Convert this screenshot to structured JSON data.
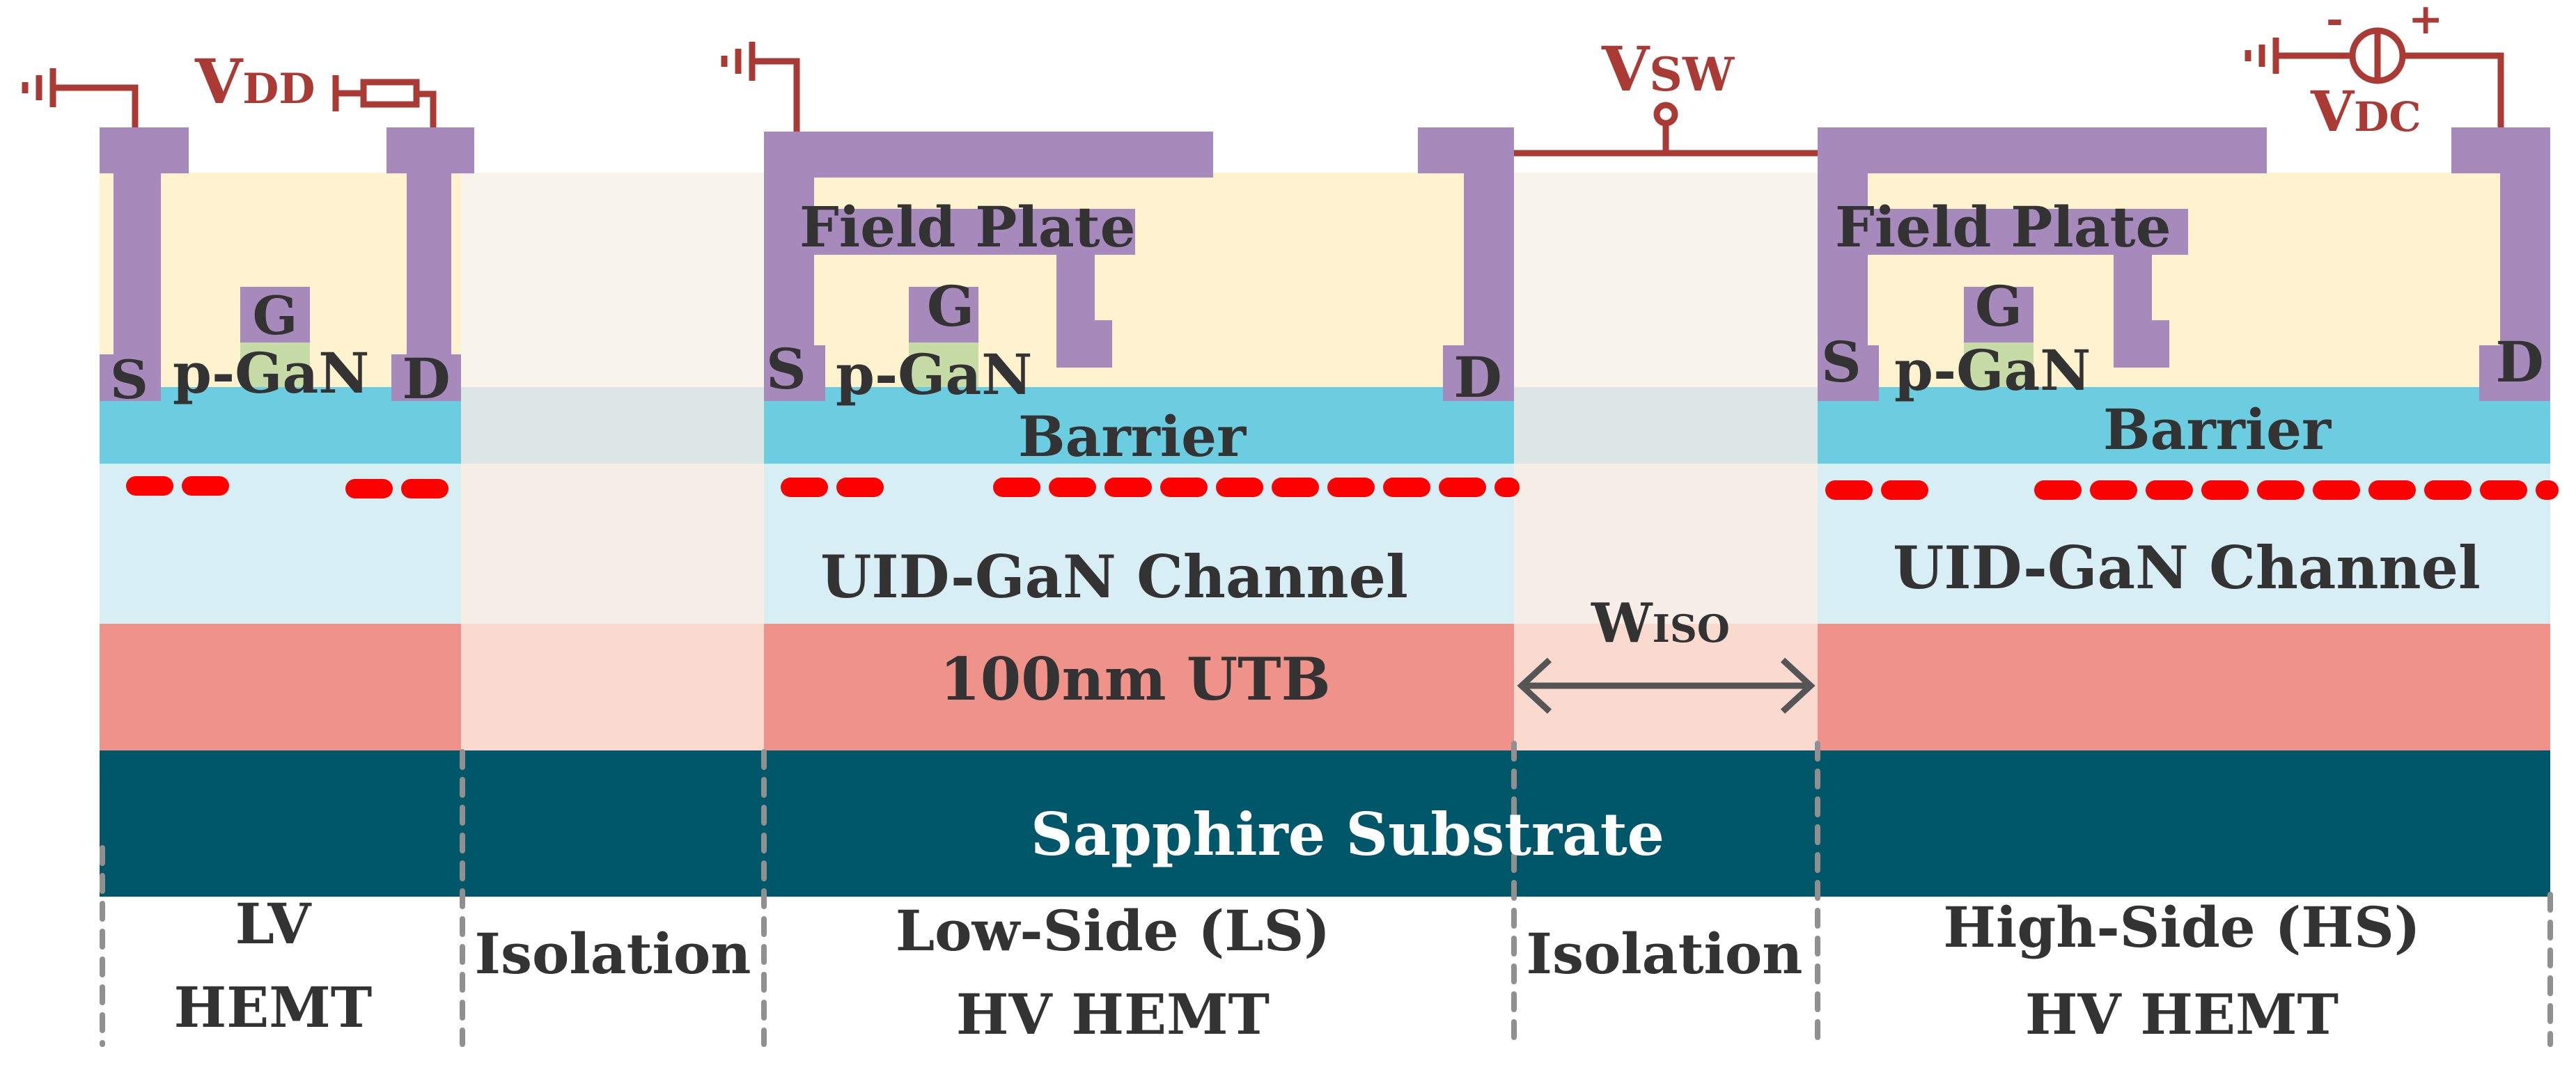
{
  "colors": {
    "passivation": "#FFF2CF",
    "barrier": "#6DCDE0",
    "channel": "#D6EEF4",
    "utb": "#EF938A",
    "substrate": "#00576A",
    "metal": "#A68ABC",
    "pgan": "#C6DBA5",
    "isolation_passivation": "#F7F3EB",
    "isolation_barrier": "#DCE6E4",
    "isolation_channel": "#F7EEE8",
    "isolation_utb": "#FADACF",
    "wire": "#A93A34",
    "twodeg": "#FF0000",
    "text": "#333333",
    "substrate_text": "#FFFFFF",
    "divider": "#909090"
  },
  "labels": {
    "vdd_main": "V",
    "vdd_sub": "DD",
    "vsw_main": "V",
    "vsw_sub": "SW",
    "vdc_main": "V",
    "vdc_sub": "DC",
    "vdc_minus": "-",
    "vdc_plus": "+",
    "wiso_main": "W",
    "wiso_sub": "ISO",
    "lv_source": "S",
    "lv_gate": "G",
    "lv_pgan": "p-GaN",
    "lv_drain": "D",
    "ls_field_plate": "Field Plate",
    "ls_gate": "G",
    "ls_source": "S",
    "ls_pgan": "p-GaN",
    "ls_drain": "D",
    "ls_barrier": "Barrier",
    "ls_channel": "UID-GaN Channel",
    "ls_utb": "100nm UTB",
    "hs_field_plate": "Field Plate",
    "hs_gate": "G",
    "hs_source": "S",
    "hs_pgan": "p-GaN",
    "hs_drain": "D",
    "hs_barrier": "Barrier",
    "hs_channel": "UID-GaN Channel",
    "substrate": "Sapphire Substrate"
  },
  "regions": {
    "lv_line1": "LV",
    "lv_line2": "HEMT",
    "iso1": "Isolation",
    "ls_line1": "Low-Side (LS)",
    "ls_line2": "HV HEMT",
    "iso2": "Isolation",
    "hs_line1": "High-Side (HS)",
    "hs_line2": "HV HEMT"
  }
}
